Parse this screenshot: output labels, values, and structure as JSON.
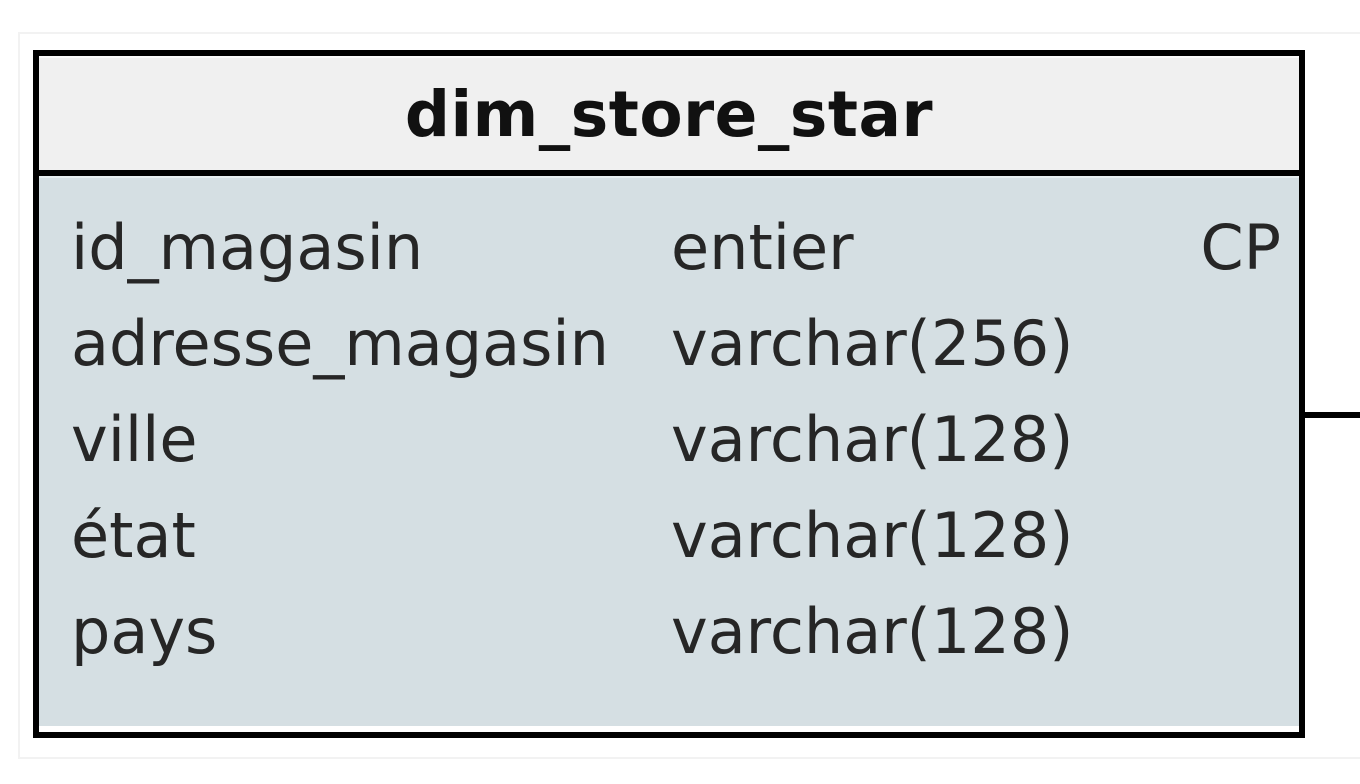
{
  "diagram": {
    "kind": "entity-relationship-table",
    "colors": {
      "border": "#000000",
      "header_bg": "#f0f0f0",
      "body_bg": "#d5dfe3",
      "text": "#262626",
      "page_bg": "#ffffff"
    }
  },
  "entity": {
    "title": "dim_store_star",
    "columns": {
      "name_header": "",
      "type_header": "",
      "key_header": ""
    },
    "attributes": [
      {
        "name": "id_magasin",
        "type": "entier",
        "key": "CP"
      },
      {
        "name": "adresse_magasin",
        "type": "varchar(256)",
        "key": ""
      },
      {
        "name": "ville",
        "type": "varchar(128)",
        "key": ""
      },
      {
        "name": "état",
        "type": "varchar(128)",
        "key": ""
      },
      {
        "name": "pays",
        "type": "varchar(128)",
        "key": ""
      }
    ]
  },
  "connector": {
    "label": ""
  }
}
